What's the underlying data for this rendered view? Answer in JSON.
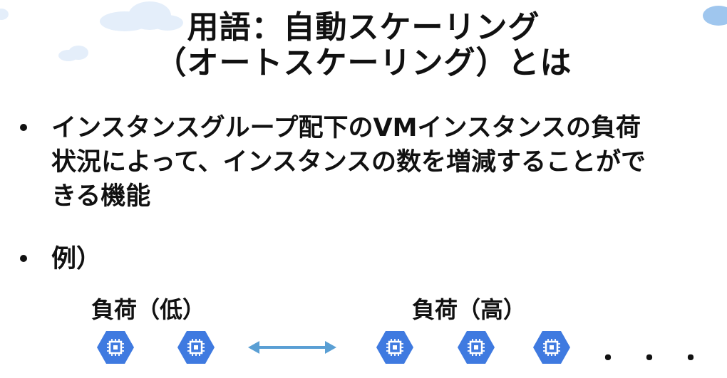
{
  "slide": {
    "title_line1": "用語：自動スケーリング",
    "title_line2": "（オートスケーリング）とは",
    "bullets": [
      {
        "lines": [
          "インスタンスグループ配下のVMインスタンスの負荷",
          "状況によって、インスタンスの数を増減することがで",
          "きる機能"
        ]
      },
      {
        "lines": [
          "例）"
        ]
      }
    ],
    "example": {
      "low_label": "負荷（低）",
      "high_label": "負荷（高）",
      "low_instances": 2,
      "high_instances": 3,
      "ellipsis": "・・・",
      "icon": "compute-engine-vm-icon",
      "arrow_icon": "double-arrow-icon"
    },
    "colors": {
      "vm_blue": "#3f7ae0",
      "arrow_blue": "#5a9fd4",
      "cloud": "#cfe3f6"
    }
  }
}
